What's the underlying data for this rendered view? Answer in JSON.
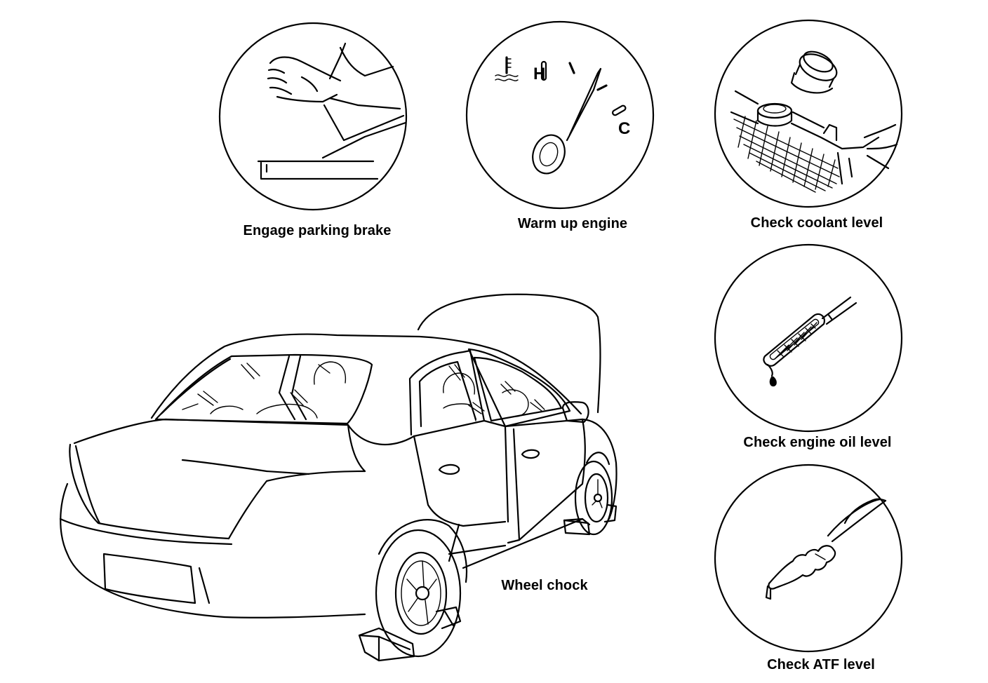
{
  "steps": {
    "parking_brake": {
      "label": "Engage parking brake"
    },
    "warm_up": {
      "label": "Warm up engine"
    },
    "coolant": {
      "label": "Check coolant level"
    },
    "engine_oil": {
      "label": "Check engine oil level"
    },
    "atf": {
      "label": "Check ATF level"
    }
  },
  "car": {
    "wheel_chock_label": "Wheel chock"
  },
  "gauge": {
    "hot_mark": "H",
    "cold_mark": "C"
  },
  "icons": {
    "parking_brake": "hand-on-lever-icon",
    "warm_up": "temperature-gauge-icon",
    "coolant": "radiator-cap-icon",
    "engine_oil": "dipstick-icon",
    "atf": "atf-dipstick-icon",
    "car": "sedan-with-wheel-chocks"
  }
}
